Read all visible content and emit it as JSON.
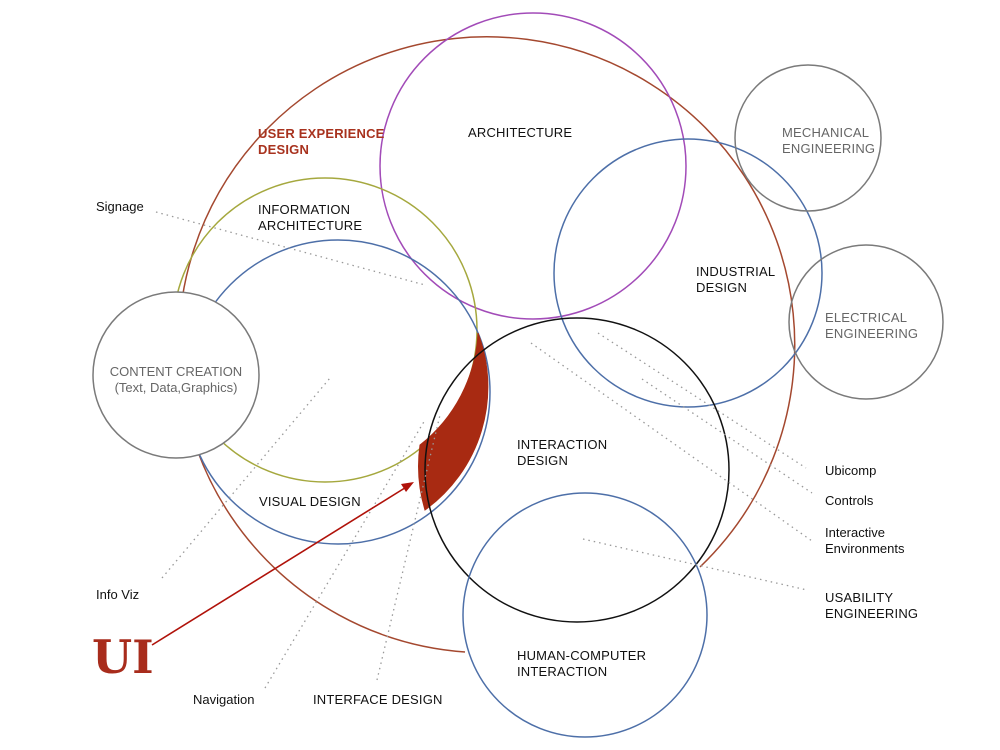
{
  "colors": {
    "ux": "#a4482f",
    "architecture": "#a24bb8",
    "blue": "#4d6fa8",
    "olive": "#a5a83e",
    "gray": "#7a7a7a",
    "black": "#111111",
    "highlight": "#a82a12"
  },
  "labels": {
    "ux": [
      "USER EXPERIENCE",
      "DESIGN"
    ],
    "architecture": "ARCHITECTURE",
    "mechanical": [
      "MECHANICAL",
      "ENGINEERING"
    ],
    "industrial": [
      "INDUSTRIAL",
      "DESIGN"
    ],
    "electrical": [
      "ELECTRICAL",
      "ENGINEERING"
    ],
    "information_architecture": [
      "INFORMATION",
      "ARCHITECTURE"
    ],
    "content_creation": [
      "CONTENT CREATION",
      "(Text, Data,Graphics)"
    ],
    "interaction_design": [
      "INTERACTION",
      "DESIGN"
    ],
    "visual_design": "VISUAL DESIGN",
    "hci": [
      "HUMAN-COMPUTER",
      "INTERACTION"
    ],
    "signage": "Signage",
    "info_viz": "Info Viz",
    "navigation": "Navigation",
    "interface_design": "INTERFACE DESIGN",
    "ubicomp": "Ubicomp",
    "controls": "Controls",
    "interactive_env": [
      "Interactive",
      "Environments"
    ],
    "usability": [
      "USABILITY",
      "ENGINEERING"
    ],
    "ui": "UI"
  }
}
